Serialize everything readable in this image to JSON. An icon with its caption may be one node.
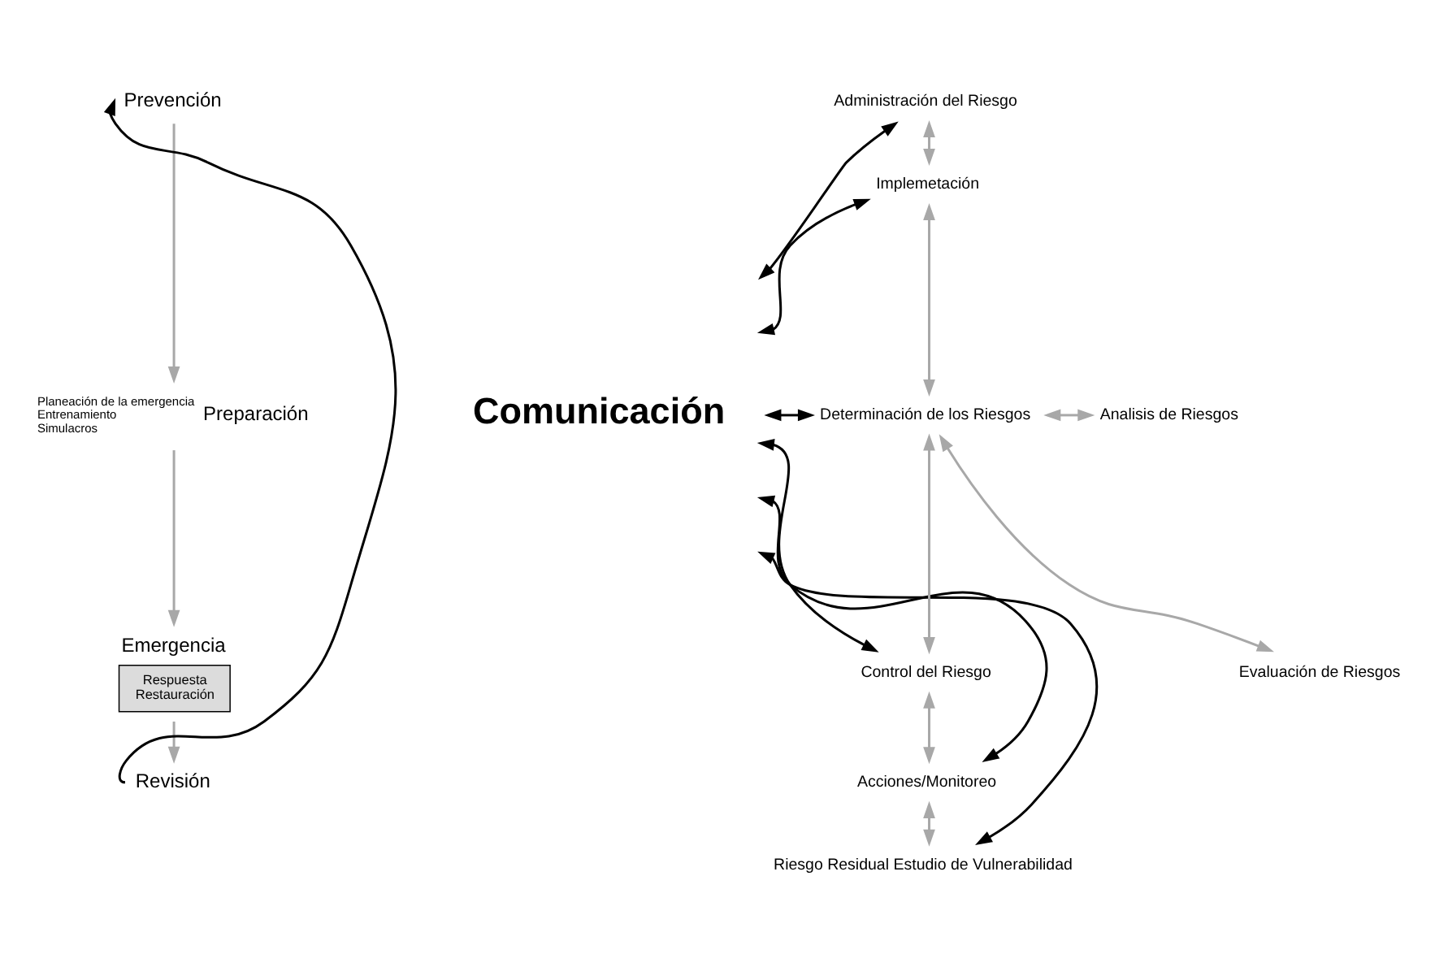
{
  "diagram": {
    "nodes": [
      {
        "text": [
          "Prevención"
        ]
      },
      {
        "text": [
          "Preparación"
        ],
        "beside": [
          "Planeación de la emergencia",
          "Entrenamiento",
          "Simulacros"
        ]
      },
      {
        "text": [
          "Emergencia",
          "Respuesta",
          "Restauración"
        ]
      },
      {
        "text": [
          "Revisión"
        ]
      },
      {
        "text": [
          "Comunicación"
        ]
      },
      {
        "text": [
          "Administración del Riesgo"
        ]
      },
      {
        "text": [
          "Implemetación"
        ]
      },
      {
        "text": [
          "Determinación de los Riesgos"
        ]
      },
      {
        "text": [
          "Control del Riesgo"
        ]
      },
      {
        "text": [
          "Acciones/Monitoreo"
        ]
      },
      {
        "text": [
          "Riesgo Residual Estudio de Vulnerabilidad"
        ]
      },
      {
        "text": [
          "Analisis de Riesgos"
        ]
      },
      {
        "text": [
          "Evaluación de Riesgos"
        ]
      }
    ],
    "edges": [
      {
        "from": 0,
        "to": 1,
        "arrow": "to"
      },
      {
        "from": 1,
        "to": 2,
        "arrow": "to"
      },
      {
        "from": 2,
        "to": 3,
        "arrow": "to"
      },
      {
        "from": 3,
        "to": 0,
        "arrow": "to",
        "color": "#000000"
      },
      {
        "from": 4,
        "to": 5,
        "arrow": "both",
        "color": "#000000"
      },
      {
        "from": 4,
        "to": 6,
        "arrow": "both",
        "color": "#000000"
      },
      {
        "from": 4,
        "to": 7,
        "arrow": "both",
        "color": "#000000"
      },
      {
        "from": 4,
        "to": 8,
        "arrow": "both",
        "color": "#000000"
      },
      {
        "from": 4,
        "to": 9,
        "arrow": "both",
        "color": "#000000"
      },
      {
        "from": 4,
        "to": 10,
        "arrow": "both",
        "color": "#000000"
      },
      {
        "from": 5,
        "to": 6,
        "arrow": "both"
      },
      {
        "from": 6,
        "to": 7,
        "arrow": "both"
      },
      {
        "from": 7,
        "to": 8,
        "arrow": "both"
      },
      {
        "from": 8,
        "to": 9,
        "arrow": "both"
      },
      {
        "from": 9,
        "to": 10,
        "arrow": "both"
      },
      {
        "from": 7,
        "to": 11,
        "arrow": "both"
      },
      {
        "from": 7,
        "to": 12,
        "arrow": "both"
      }
    ]
  }
}
